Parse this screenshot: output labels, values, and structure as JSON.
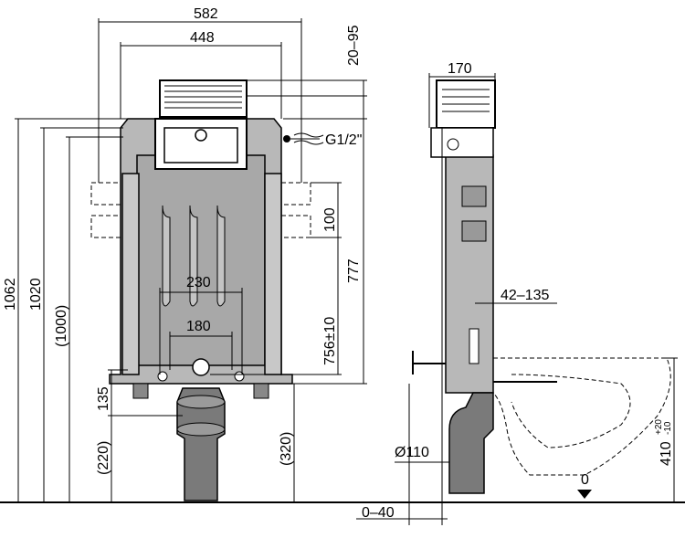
{
  "front_view": {
    "width_outer": "582",
    "width_inner": "448",
    "top_range": "20–95",
    "connection": "G1/2\"",
    "height_total": "1062",
    "height_frame": "1020",
    "height_nominal": "(1000)",
    "anchor_spacing": "100",
    "mount_height": "777",
    "outlet_height": "756±10",
    "bolt_spacing_wide": "230",
    "bolt_spacing_narrow": "180",
    "base_135": "135",
    "base_220": "(220)",
    "base_320": "(320)"
  },
  "side_view": {
    "depth": "170",
    "adjust_range": "42–135",
    "pipe_diameter": "Ø110",
    "wall_offset": "0–40",
    "floor_level": "0",
    "bowl_height": "410",
    "bowl_tol_plus": "+20",
    "bowl_tol_minus": "-10"
  }
}
